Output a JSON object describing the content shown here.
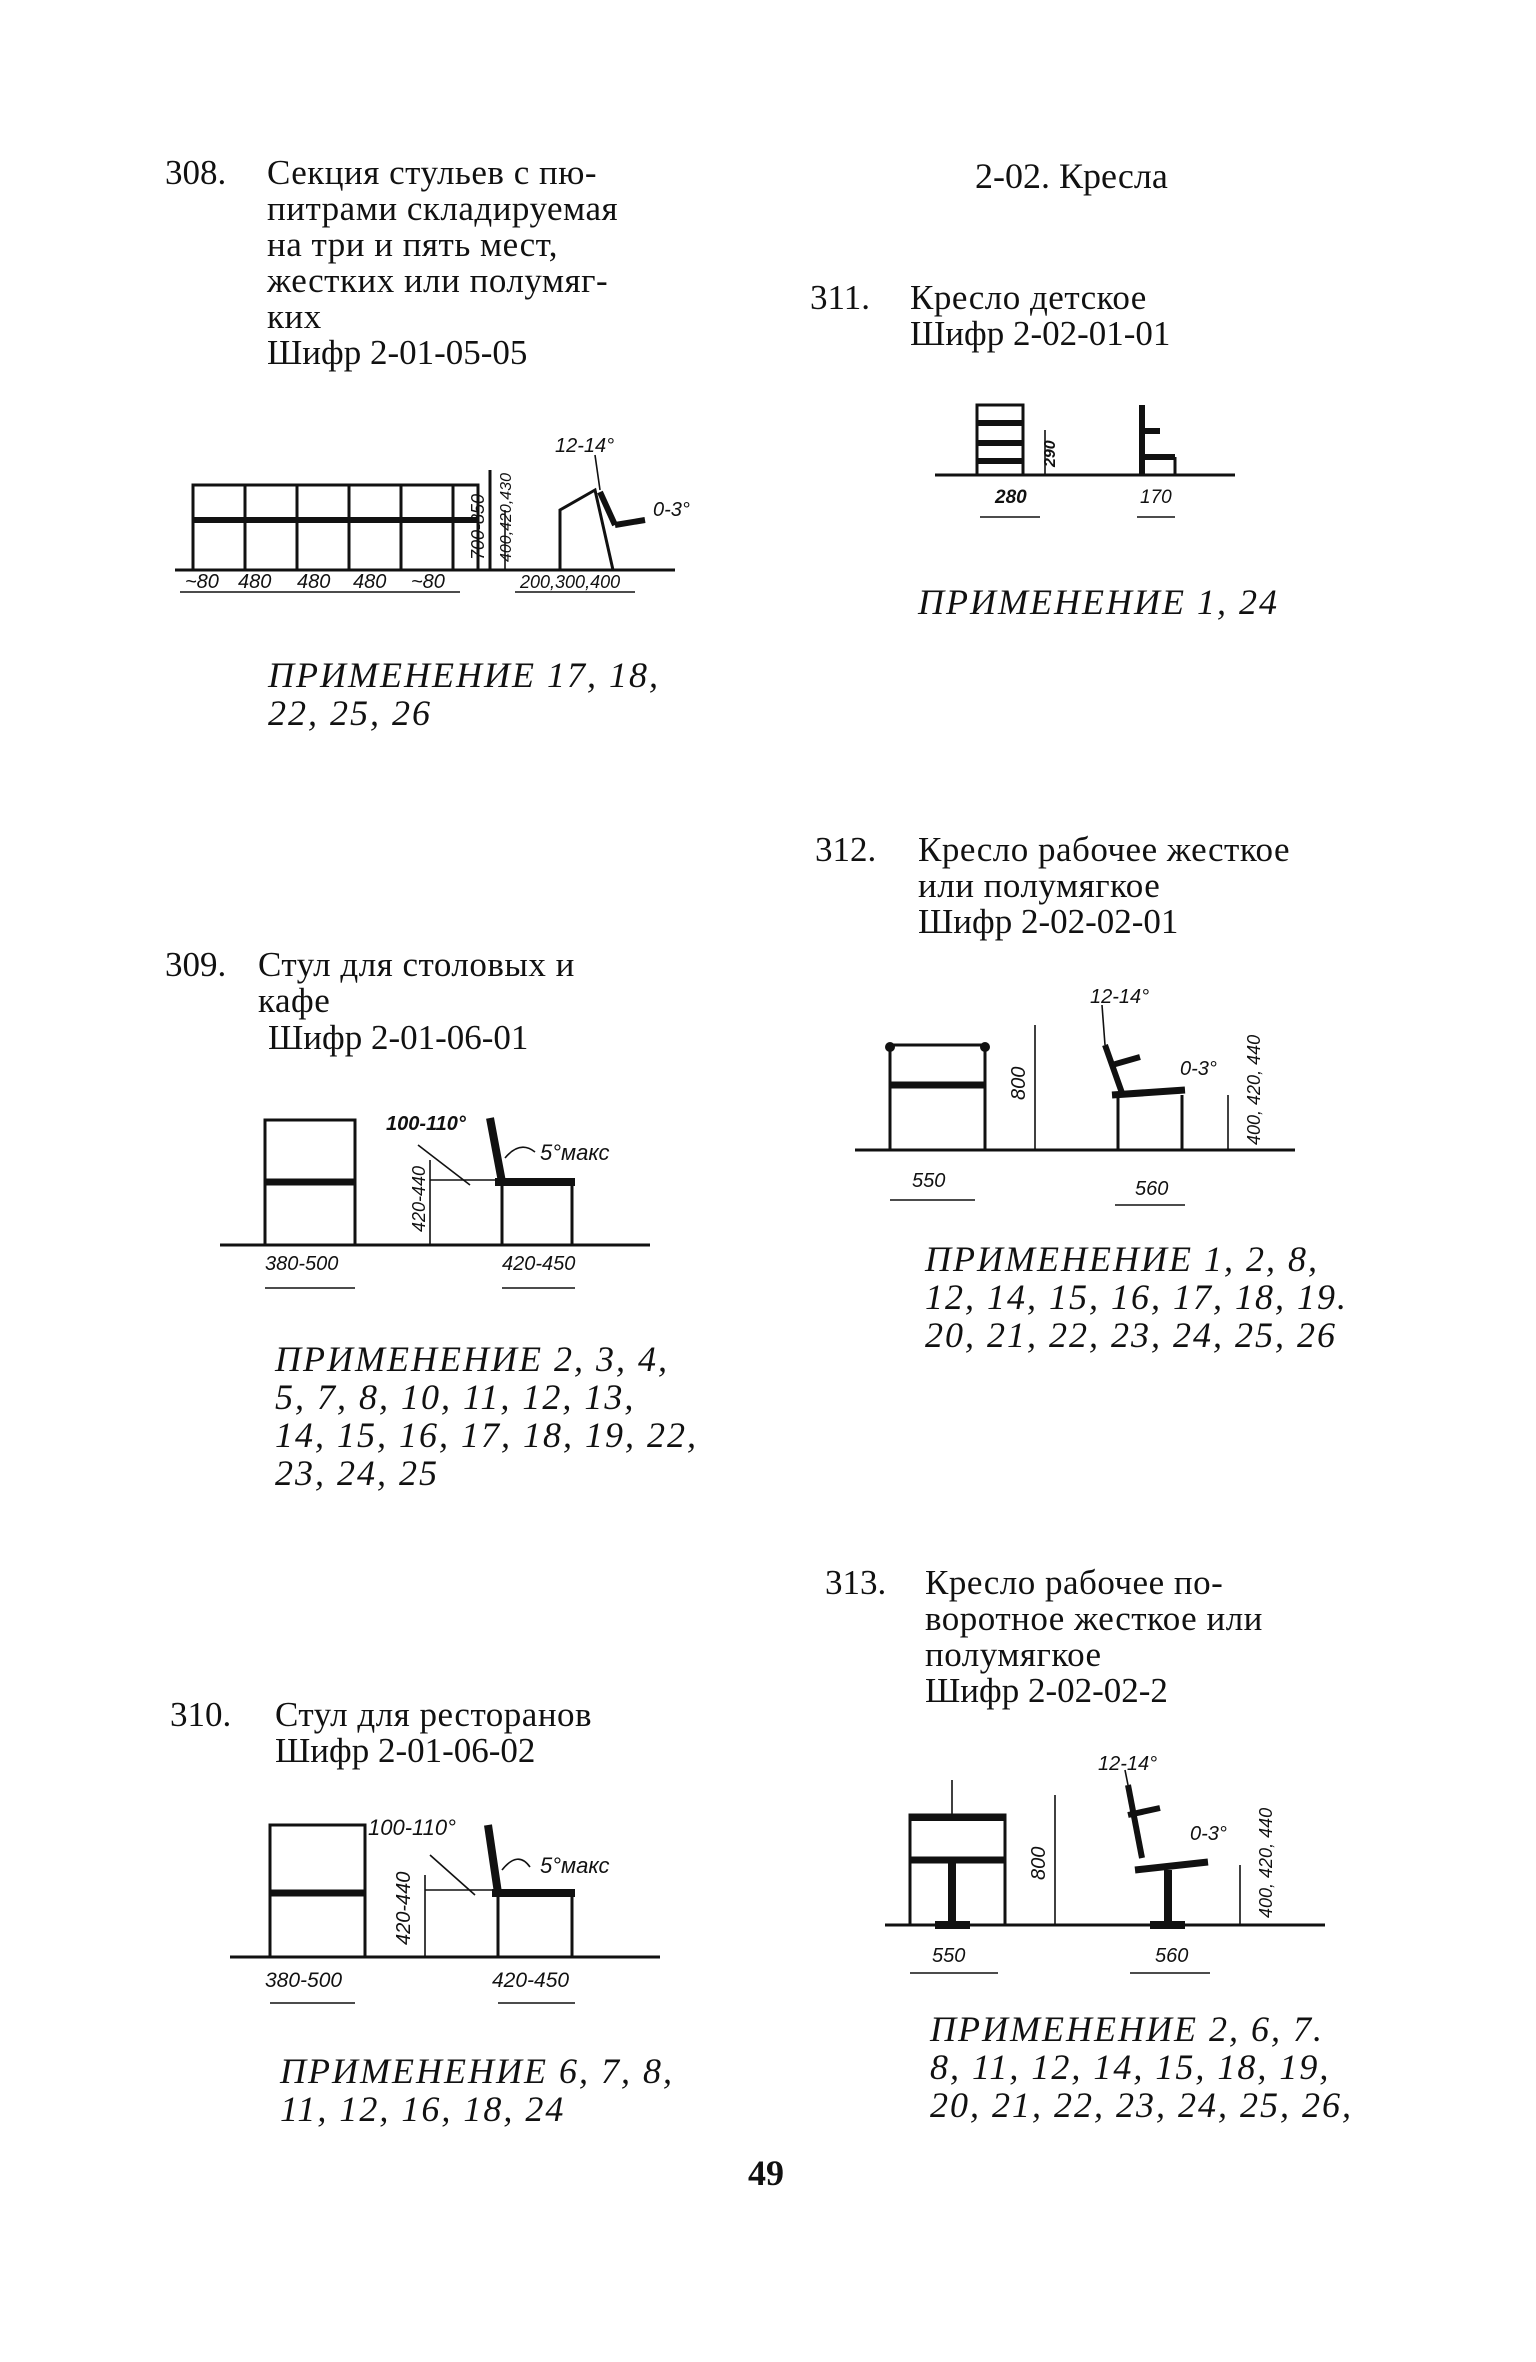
{
  "section_header": "2-02. Кресла",
  "page_number": "49",
  "items": [
    {
      "num": "308.",
      "title": "Секция стульев с пю-\nпитрами складируемая\nна три и пять мест,\nжестких или полумяг-\nких",
      "cipher": "Шифр 2-01-05-05",
      "application": "ПРИМЕНЕНИЕ 17, 18,\n22, 25, 26",
      "dims": [
        "~80",
        "480",
        "480",
        "480",
        "~80",
        "12-14°",
        "0-3°",
        "700-850",
        "400,420,430",
        "200,300,400"
      ]
    },
    {
      "num": "309.",
      "title": "Стул для столовых и\nкафе",
      "cipher": "Шифр 2-01-06-01",
      "application": "ПРИМЕНЕНИЕ 2, 3, 4,\n5, 7, 8, 10, 11, 12, 13,\n14, 15, 16, 17, 18, 19, 22,\n23, 24, 25",
      "dims": [
        "380-500",
        "420-450",
        "100-110°",
        "5°макс",
        "420-440"
      ]
    },
    {
      "num": "310.",
      "title": "Стул для ресторанов",
      "cipher": "Шифр 2-01-06-02",
      "application": "ПРИМЕНЕНИЕ 6, 7, 8,\n11, 12, 16, 18, 24",
      "dims": [
        "380-500",
        "420-450",
        "100-110°",
        "5°макс",
        "420-440"
      ]
    },
    {
      "num": "311.",
      "title": "Кресло детское",
      "cipher": "Шифр 2-02-01-01",
      "application": "ПРИМЕНЕНИЕ 1, 24",
      "dims": [
        "280",
        "170",
        "290"
      ]
    },
    {
      "num": "312.",
      "title": "Кресло рабочее жесткое\nили полумягкое",
      "cipher": "Шифр 2-02-02-01",
      "application": "ПРИМЕНЕНИЕ 1, 2, 8,\n12, 14, 15, 16, 17, 18, 19.\n20, 21, 22, 23, 24, 25, 26",
      "dims": [
        "550",
        "560",
        "800",
        "12-14°",
        "0-3°",
        "400, 420, 440"
      ]
    },
    {
      "num": "313.",
      "title": "Кресло рабочее по-\nворотное жесткое или\nполумягкое",
      "cipher": "Шифр 2-02-02-2",
      "application": "ПРИМЕНЕНИЕ 2, 6, 7.\n8, 11, 12, 14, 15, 18, 19,\n20, 21, 22, 23, 24, 25, 26,",
      "dims": [
        "550",
        "560",
        "800",
        "12-14°",
        "0-3°",
        "400, 420, 440"
      ]
    }
  ]
}
